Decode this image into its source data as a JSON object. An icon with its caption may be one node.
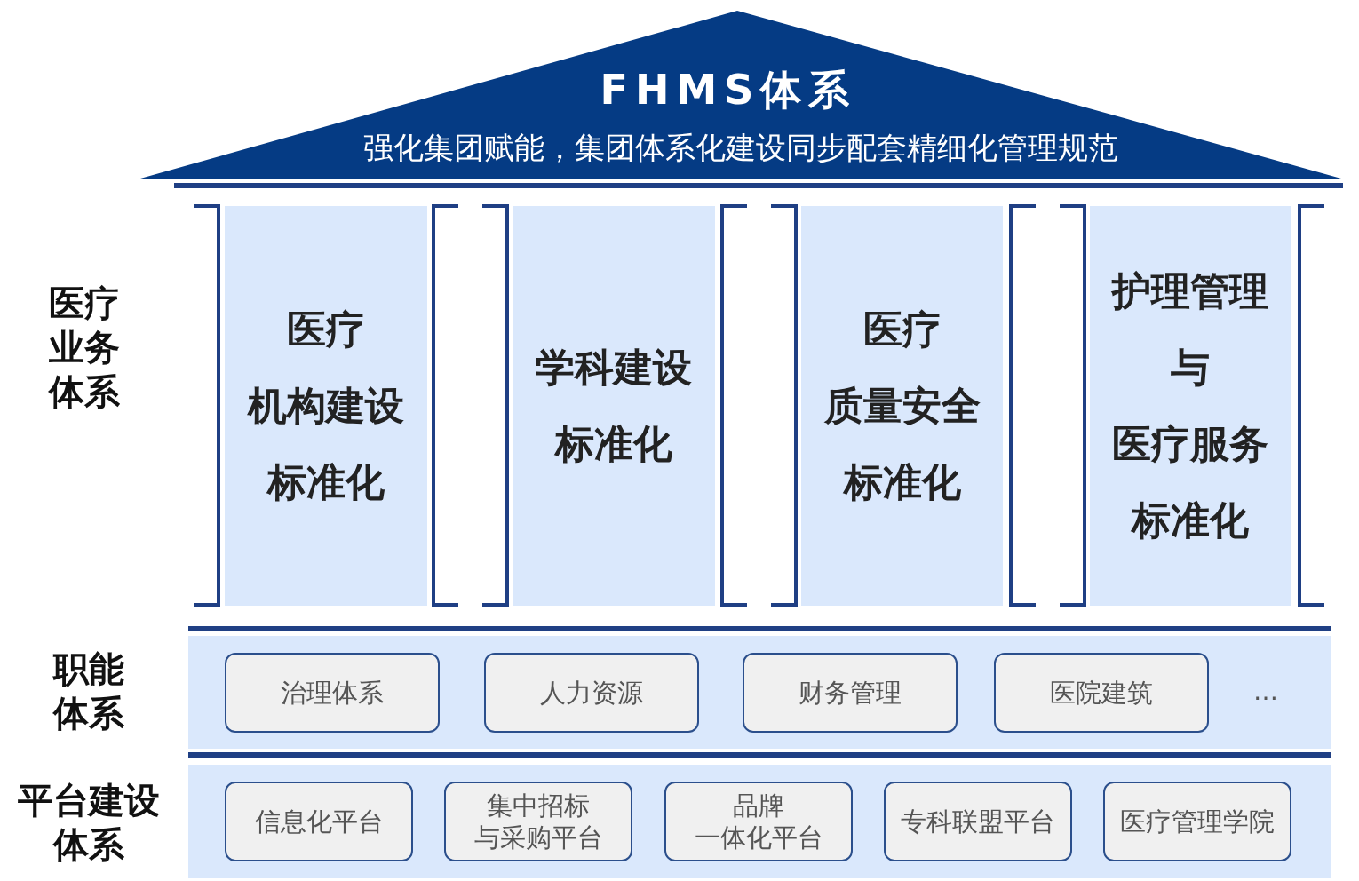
{
  "diagram": {
    "nodes": [
      {
        "text": [
          "FHMS体系",
          "强化集团赋能，集团体系化建设同步配套精细化管理规范"
        ]
      },
      {
        "text": [
          "医疗机构建设标准化"
        ]
      },
      {
        "text": [
          "学科建设标准化"
        ]
      },
      {
        "text": [
          "医疗质量安全标准化"
        ]
      },
      {
        "text": [
          "护理管理与医疗服务标准化"
        ]
      },
      {
        "text": [
          "治理体系"
        ]
      },
      {
        "text": [
          "人力资源"
        ]
      },
      {
        "text": [
          "财务管理"
        ]
      },
      {
        "text": [
          "医院建筑"
        ]
      },
      {
        "text": [
          "信息化平台"
        ]
      },
      {
        "text": [
          "集中招标与采购平台"
        ]
      },
      {
        "text": [
          "品牌一体化平台"
        ]
      },
      {
        "text": [
          "专科联盟平台"
        ]
      },
      {
        "text": [
          "医疗管理学院"
        ]
      }
    ],
    "edges": [],
    "labels": [
      "医疗业务体系",
      "职能体系",
      "…",
      "平台建设体系"
    ]
  }
}
